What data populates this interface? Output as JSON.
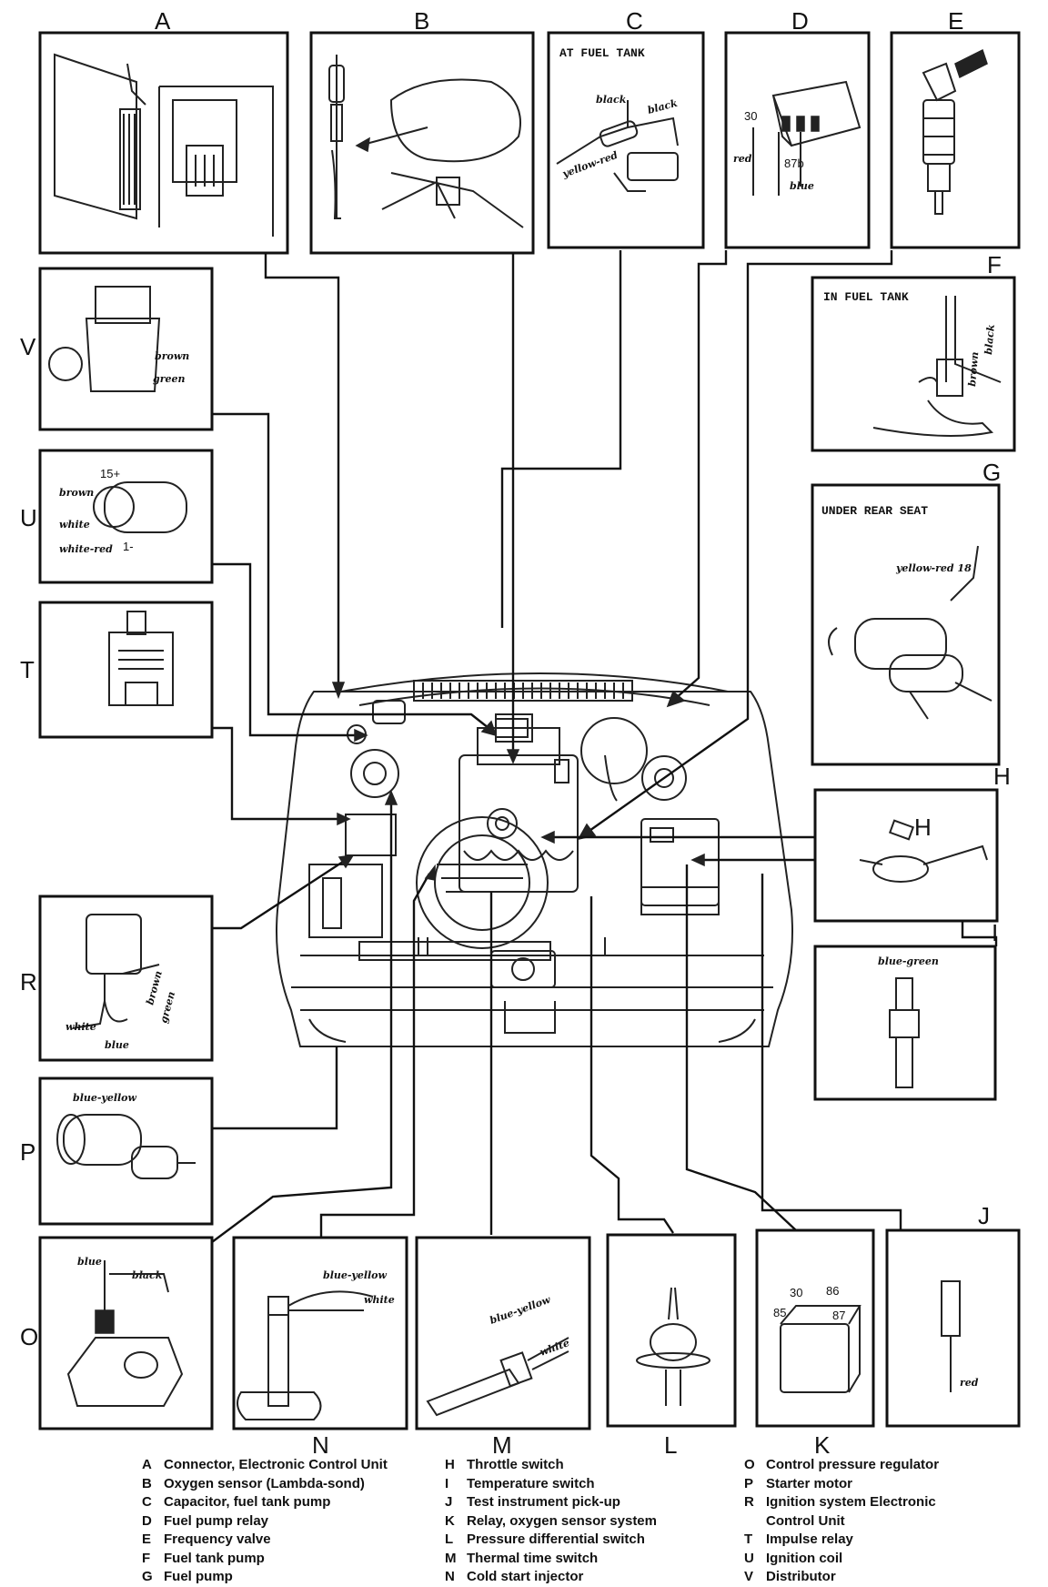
{
  "panels": [
    {
      "id": "A",
      "title": "",
      "wires": []
    },
    {
      "id": "B",
      "title": "",
      "wires": []
    },
    {
      "id": "C",
      "title": "AT FUEL TANK",
      "wires": [
        "black",
        "black",
        "yellow-red"
      ]
    },
    {
      "id": "D",
      "title": "",
      "wires": [
        "red",
        "blue"
      ],
      "terminals": [
        "30",
        "87b"
      ]
    },
    {
      "id": "E",
      "title": "",
      "wires": []
    },
    {
      "id": "F",
      "title": "IN FUEL TANK",
      "wires": [
        "brown",
        "black"
      ]
    },
    {
      "id": "G",
      "title": "UNDER REAR SEAT",
      "wires": [
        "yellow-red 18"
      ]
    },
    {
      "id": "H",
      "title": "",
      "wires": []
    },
    {
      "id": "I",
      "title": "",
      "wires": [
        "blue-green"
      ]
    },
    {
      "id": "J",
      "title": "",
      "wires": [
        "red"
      ]
    },
    {
      "id": "K",
      "title": "",
      "wires": [],
      "terminals": [
        "30",
        "86",
        "85",
        "87"
      ]
    },
    {
      "id": "L",
      "title": "",
      "wires": []
    },
    {
      "id": "M",
      "title": "",
      "wires": [
        "blue-yellow",
        "white"
      ]
    },
    {
      "id": "N",
      "title": "",
      "wires": [
        "blue-yellow",
        "white"
      ]
    },
    {
      "id": "O",
      "title": "",
      "wires": [
        "blue",
        "black"
      ]
    },
    {
      "id": "P",
      "title": "",
      "wires": [
        "blue-yellow"
      ]
    },
    {
      "id": "R",
      "title": "",
      "wires": [
        "white",
        "blue",
        "brown",
        "green"
      ]
    },
    {
      "id": "T",
      "title": "",
      "wires": []
    },
    {
      "id": "U",
      "title": "",
      "wires": [
        "brown",
        "white",
        "white-red"
      ],
      "terminals": [
        "15+",
        "1-"
      ]
    },
    {
      "id": "V",
      "title": "",
      "wires": [
        "brown",
        "green"
      ]
    }
  ],
  "legend": [
    [
      {
        "key": "A",
        "text": "Connector, Electronic Control Unit"
      },
      {
        "key": "B",
        "text": "Oxygen sensor (Lambda-sond)"
      },
      {
        "key": "C",
        "text": "Capacitor, fuel tank pump"
      },
      {
        "key": "D",
        "text": "Fuel pump relay"
      },
      {
        "key": "E",
        "text": "Frequency valve"
      },
      {
        "key": "F",
        "text": "Fuel tank pump"
      },
      {
        "key": "G",
        "text": "Fuel pump"
      }
    ],
    [
      {
        "key": "H",
        "text": "Throttle switch"
      },
      {
        "key": "I",
        "text": "Temperature switch"
      },
      {
        "key": "J",
        "text": "Test instrument pick-up"
      },
      {
        "key": "K",
        "text": "Relay, oxygen sensor system"
      },
      {
        "key": "L",
        "text": "Pressure differential switch"
      },
      {
        "key": "M",
        "text": "Thermal time switch"
      },
      {
        "key": "N",
        "text": "Cold start injector"
      }
    ],
    [
      {
        "key": "O",
        "text": "Control pressure regulator"
      },
      {
        "key": "P",
        "text": "Starter motor"
      },
      {
        "key": "R",
        "text": "Ignition system Electronic"
      },
      {
        "key": "",
        "text": "Control Unit"
      },
      {
        "key": "T",
        "text": "Impulse relay"
      },
      {
        "key": "U",
        "text": "Ignition coil"
      },
      {
        "key": "V",
        "text": "Distributor"
      }
    ]
  ]
}
